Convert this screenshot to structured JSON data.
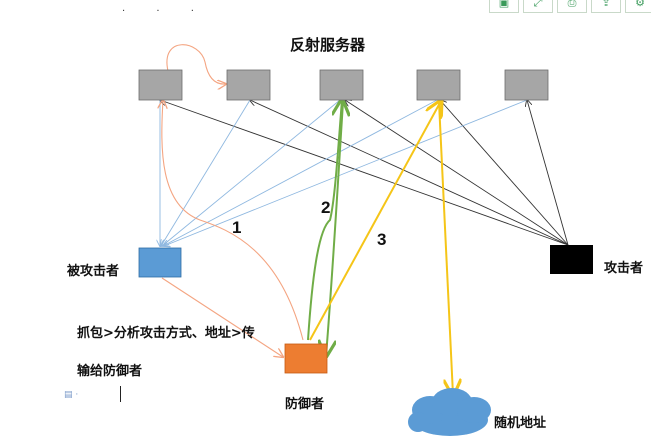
{
  "title": "反射服务器",
  "nodes": {
    "victim": "被攻击者",
    "attacker": "攻击者",
    "defender": "防御者",
    "random": "随机地址"
  },
  "steps": [
    "1",
    "2",
    "3"
  ],
  "note_line1": "抓包>分析攻击方式、地址>传",
  "note_line2": "输给防御者",
  "toolbar_icons": [
    "save-icon",
    "expand-icon",
    "print-icon",
    "export-icon",
    "settings-icon"
  ],
  "colors": {
    "server": "#a6a6a6",
    "victim": "#5b9bd5",
    "attacker": "#000000",
    "defender": "#ed7d31",
    "cloud": "#5b9bd5",
    "line_blue": "#8fb8e0",
    "line_dark": "#333333",
    "line_orange": "#f4a582",
    "line_green": "#70ad47",
    "line_yellow": "#f5c518"
  }
}
